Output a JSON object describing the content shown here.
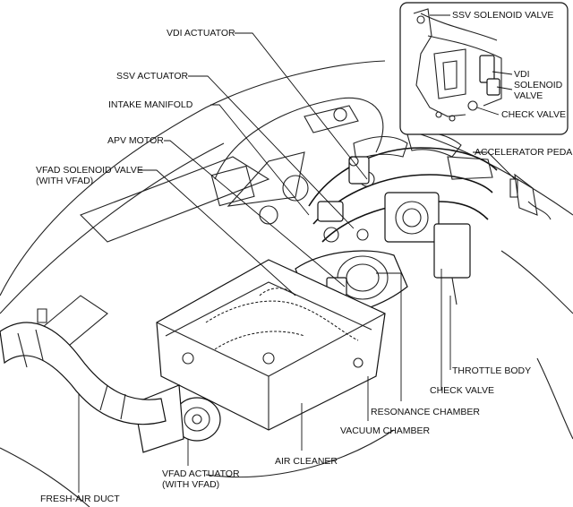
{
  "labels": {
    "vdi_actuator": "VDI ACTUATOR",
    "ssv_actuator": "SSV ACTUATOR",
    "intake_manifold": "INTAKE MANIFOLD",
    "apv_motor": "APV MOTOR",
    "vfad_solenoid_valve": "VFAD SOLENOID VALVE\n(WITH VFAD)",
    "ssv_solenoid_valve": "SSV SOLENOID VALVE",
    "vdi_solenoid_valve": "VDI\nSOLENOID\nVALVE",
    "check_valve_inset": "CHECK VALVE",
    "accelerator_pedal": "ACCELERATOR PEDAL",
    "throttle_body": "THROTTLE BODY",
    "check_valve": "CHECK VALVE",
    "resonance_chamber": "RESONANCE CHAMBER",
    "vacuum_chamber": "VACUUM CHAMBER",
    "air_cleaner": "AIR CLEANER",
    "vfad_actuator": "VFAD ACTUATOR\n(WITH VFAD)",
    "fresh_air_duct": "FRESH-AIR DUCT"
  }
}
